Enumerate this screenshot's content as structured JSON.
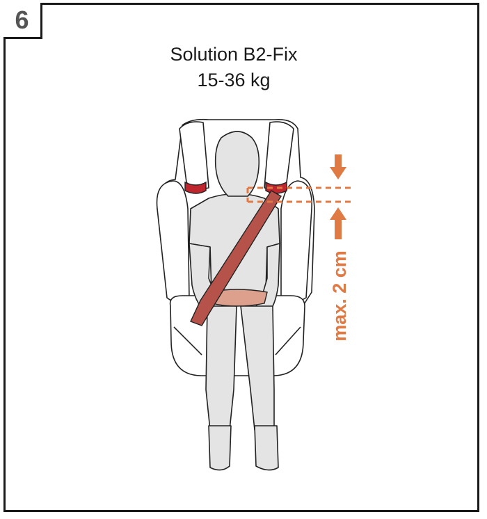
{
  "step": {
    "number": "6"
  },
  "title": {
    "line1": "Solution B2-Fix",
    "line2": "15-36 kg"
  },
  "measurement": {
    "label": "max. 2 cm",
    "color": "#e07a45"
  },
  "colors": {
    "frame": "#1a1a1a",
    "belt_shoulder": "#b5534a",
    "belt_lap": "#dda08c",
    "belt_guide": "#c0262d",
    "child_fill": "#e4e4e4",
    "seat_fill": "#ffffff"
  },
  "icons": [
    "arrow-down-icon",
    "arrow-up-icon"
  ]
}
